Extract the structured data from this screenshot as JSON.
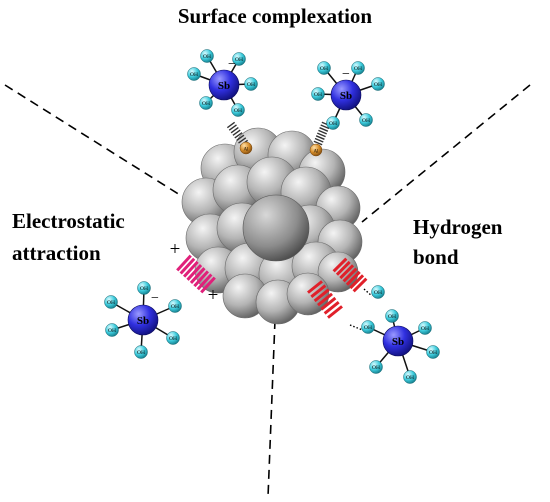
{
  "labels": {
    "surface": "Surface complexation",
    "electro_line1": "Electrostatic",
    "electro_line2": "attraction",
    "hbond_line1": "Hydrogen",
    "hbond_line2": "bond"
  },
  "atoms": {
    "center": "Sb",
    "ligand": "OH",
    "surface_site": "Al"
  },
  "symbols": {
    "minus": "−",
    "plus": "+"
  },
  "colors": {
    "sb_atom": "#2a2ad6",
    "oh_atom": "#34c6d8",
    "al_atom": "#d08a2a",
    "electrostatic_bond": "#e0207a",
    "hydrogen_bond": "#e0202a",
    "particle": "#a8a8a8"
  }
}
